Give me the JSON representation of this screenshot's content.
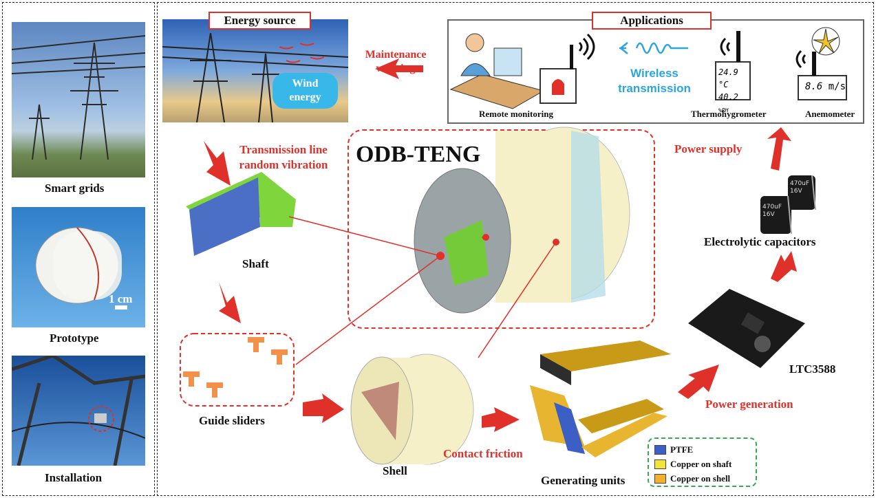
{
  "left_panel": {
    "smart_grids": "Smart grids",
    "prototype": "Prototype",
    "scale": "1 cm",
    "installation": "Installation"
  },
  "energy_source": {
    "title": "Energy source",
    "wind": "Wind energy"
  },
  "maintenance_warning": "Maintenance warning",
  "applications": {
    "title": "Applications",
    "remote_monitoring": "Remote monitoring",
    "wireless": "Wireless transmission",
    "thermohygrometer": "Thermohygrometer",
    "anemometer": "Anemometer",
    "thermo_temp": "24.9",
    "thermo_temp_unit": "°C",
    "thermo_hum": "40.2",
    "thermo_hum_unit": "%RH",
    "anemo_value": "8.6",
    "anemo_unit": "m/s"
  },
  "center": {
    "title": "ODB-TENG",
    "transmission": "Transmission line random vibration",
    "shaft": "Shaft",
    "guide_sliders": "Guide sliders",
    "shell": "Shell",
    "contact_friction": "Contact friction",
    "generating_units": "Generating units"
  },
  "right": {
    "power_supply": "Power supply",
    "capacitors": "Electrolytic capacitors",
    "cap_label1": "470uF 16V",
    "cap_label2": "470uF 16V",
    "ltc": "LTC3588",
    "power_generation": "Power generation"
  },
  "legend": [
    {
      "label": "PTFE",
      "color": "#3b5fc4"
    },
    {
      "label": "Copper on shaft",
      "color": "#f2e43a"
    },
    {
      "label": "Copper on shell",
      "color": "#f2b02c"
    }
  ],
  "colors": {
    "accent_red": "#e0302a",
    "accent_blue": "#2aa5e0",
    "legend_border": "#3aa655"
  }
}
